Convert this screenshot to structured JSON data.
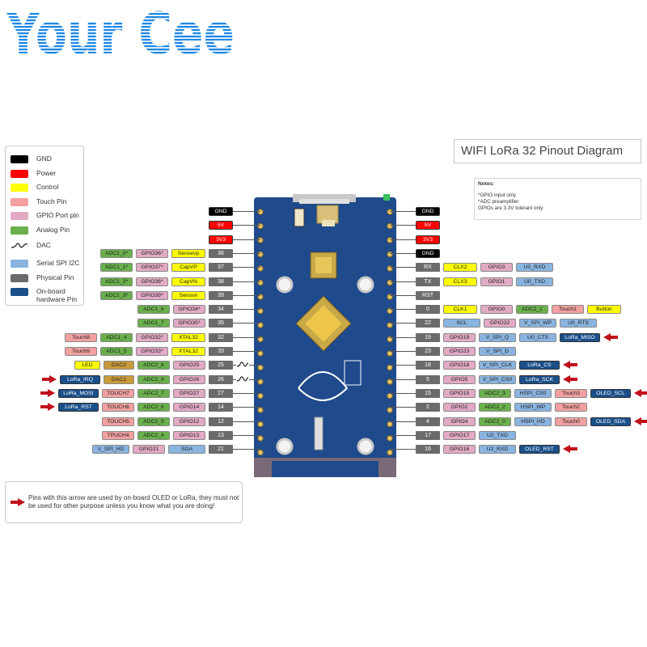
{
  "brand": {
    "logo_text": "Your Cee"
  },
  "title": "WIFI LoRa 32 Pinout Diagram",
  "notes": {
    "title": "Notes:",
    "lines": [
      "*GPIO input only",
      "*ADC preamplifier",
      "GPIOs are  3.3V tolerant only"
    ]
  },
  "legend": [
    {
      "label": "GND",
      "color": "#000000"
    },
    {
      "label": "Power",
      "color": "#ff0000"
    },
    {
      "label": "Control",
      "color": "#ffff00"
    },
    {
      "label": "Touch Pin",
      "color": "#f2a0a0"
    },
    {
      "label": "GPIO Port pin",
      "color": "#e2aac4"
    },
    {
      "label": "Analog Pin",
      "color": "#6ab04c"
    },
    {
      "label": "DAC",
      "color": ""
    },
    {
      "label": "Serial SPI I2C",
      "color": "#8ab4e0"
    },
    {
      "label": "Physical Pin",
      "color": "#6b6b6b"
    },
    {
      "label": "On-board hardware Pin",
      "color": "#1a4f8a"
    }
  ],
  "warning": {
    "text": "Pins with this arrow are used by on-board OLED or LoRa, they must not be used for other purpose unless you know what you are doing!"
  },
  "colors": {
    "gnd": "#000000",
    "power": "#ff0000",
    "control": "#ffff00",
    "touch": "#f2a0a0",
    "gpio": "#e2aac4",
    "analog": "#6ab04c",
    "serial": "#8ab4e0",
    "physical": "#6b6b6b",
    "onboard": "#1a4f8a",
    "led": "#ffff00",
    "dac": "#c89a3a",
    "arrow": "#c0101a",
    "board": "#1f4a8c",
    "logo": "#1e88e5"
  },
  "left_pins": [
    {
      "pin": "GND",
      "labels": [
        {
          "t": "GND",
          "c": "gnd"
        }
      ]
    },
    {
      "pin": "5V",
      "labels": [
        {
          "t": "5V",
          "c": "power"
        }
      ]
    },
    {
      "pin": "3V3",
      "labels": [
        {
          "t": "3V3",
          "c": "power"
        }
      ]
    },
    {
      "pin": "36",
      "labels": [
        {
          "t": "Sensevp",
          "c": "control"
        },
        {
          "t": "GPIO36*",
          "c": "gpio"
        },
        {
          "t": "ADC1_0*",
          "c": "analog"
        }
      ]
    },
    {
      "pin": "37",
      "labels": [
        {
          "t": "CapVP",
          "c": "control"
        },
        {
          "t": "GPIO37*",
          "c": "gpio"
        },
        {
          "t": "ADC1_1*",
          "c": "analog"
        }
      ]
    },
    {
      "pin": "38",
      "labels": [
        {
          "t": "CapVN",
          "c": "control"
        },
        {
          "t": "GPIO38*",
          "c": "gpio"
        },
        {
          "t": "ADC1_2*",
          "c": "analog"
        }
      ]
    },
    {
      "pin": "39",
      "labels": [
        {
          "t": "Sensvn",
          "c": "control"
        },
        {
          "t": "GPIO39*",
          "c": "gpio"
        },
        {
          "t": "ADC1_3*",
          "c": "analog"
        }
      ]
    },
    {
      "pin": "34",
      "labels": [
        {
          "t": "GPIO34*",
          "c": "gpio"
        },
        {
          "t": "ADC1_6",
          "c": "analog"
        }
      ]
    },
    {
      "pin": "35",
      "labels": [
        {
          "t": "GPIO35*",
          "c": "gpio"
        },
        {
          "t": "ADC1_7",
          "c": "analog"
        }
      ]
    },
    {
      "pin": "32",
      "labels": [
        {
          "t": "XTAL32",
          "c": "control"
        },
        {
          "t": "GPIO32*",
          "c": "gpio"
        },
        {
          "t": "ADC1_4",
          "c": "analog"
        },
        {
          "t": "Touch8",
          "c": "touch"
        }
      ]
    },
    {
      "pin": "33",
      "labels": [
        {
          "t": "XTAL32",
          "c": "control"
        },
        {
          "t": "GPIO33*",
          "c": "gpio"
        },
        {
          "t": "ADC1_5",
          "c": "analog"
        },
        {
          "t": "Touch9",
          "c": "touch"
        }
      ]
    },
    {
      "pin": "25",
      "dac": true,
      "labels": [
        {
          "t": "GPIO25",
          "c": "gpio"
        },
        {
          "t": "ADC2_8",
          "c": "analog"
        },
        {
          "t": "DAC2",
          "c": "dac"
        },
        {
          "t": "LED",
          "c": "led"
        }
      ]
    },
    {
      "pin": "26",
      "dac": true,
      "labels": [
        {
          "t": "GPIO26",
          "c": "gpio"
        },
        {
          "t": "ADC2_9",
          "c": "analog"
        },
        {
          "t": "DAC1",
          "c": "dac"
        },
        {
          "t": "LoRa_IRQ",
          "c": "onboard",
          "arrow": true
        }
      ]
    },
    {
      "pin": "27",
      "labels": [
        {
          "t": "GPIO27",
          "c": "gpio"
        },
        {
          "t": "ADC2_7",
          "c": "analog"
        },
        {
          "t": "TOUCH7",
          "c": "touch"
        },
        {
          "t": "LoRa_MOSI",
          "c": "onboard",
          "arrow": true
        }
      ]
    },
    {
      "pin": "14",
      "labels": [
        {
          "t": "GPIO14",
          "c": "gpio"
        },
        {
          "t": "ADC2_6",
          "c": "analog"
        },
        {
          "t": "TOUCH6",
          "c": "touch"
        },
        {
          "t": "LoRa_RST",
          "c": "onboard",
          "arrow": true
        }
      ]
    },
    {
      "pin": "12",
      "labels": [
        {
          "t": "GPIO12",
          "c": "gpio"
        },
        {
          "t": "ADC2_5",
          "c": "analog"
        },
        {
          "t": "TOUCH5",
          "c": "touch"
        }
      ]
    },
    {
      "pin": "13",
      "labels": [
        {
          "t": "GPIO13",
          "c": "gpio"
        },
        {
          "t": "ADC2_4",
          "c": "analog"
        },
        {
          "t": "TPUCH4",
          "c": "touch"
        }
      ]
    },
    {
      "pin": "21",
      "labels": [
        {
          "t": "SDA",
          "c": "serial"
        },
        {
          "t": "GPIO21",
          "c": "gpio"
        },
        {
          "t": "V_SPI_HD",
          "c": "serial"
        }
      ]
    }
  ],
  "right_pins": [
    {
      "pin": "GND",
      "labels": [
        {
          "t": "GND",
          "c": "gnd"
        }
      ]
    },
    {
      "pin": "5V",
      "labels": [
        {
          "t": "5V",
          "c": "power"
        }
      ]
    },
    {
      "pin": "3V3",
      "labels": [
        {
          "t": "3V3",
          "c": "power"
        }
      ]
    },
    {
      "pin": "GND",
      "labels": [
        {
          "t": "GND",
          "c": "gnd"
        }
      ]
    },
    {
      "pin": "RX",
      "labels": [
        {
          "t": "CLX2",
          "c": "control"
        },
        {
          "t": "GPIO3",
          "c": "gpio"
        },
        {
          "t": "U0_RXD",
          "c": "serial"
        }
      ]
    },
    {
      "pin": "TX",
      "labels": [
        {
          "t": "CLX3",
          "c": "control"
        },
        {
          "t": "GPIO1",
          "c": "gpio"
        },
        {
          "t": "U0_TXD",
          "c": "serial"
        }
      ]
    },
    {
      "pin": "RST",
      "labels": []
    },
    {
      "pin": "0",
      "labels": [
        {
          "t": "CLK1",
          "c": "control"
        },
        {
          "t": "GPIO0",
          "c": "gpio"
        },
        {
          "t": "ADC2_1",
          "c": "analog"
        },
        {
          "t": "Touch1",
          "c": "touch"
        },
        {
          "t": "Button",
          "c": "control"
        }
      ]
    },
    {
      "pin": "22",
      "labels": [
        {
          "t": "SCL",
          "c": "serial"
        },
        {
          "t": "GPIO22",
          "c": "gpio"
        },
        {
          "t": "V_SPI_WP",
          "c": "serial"
        },
        {
          "t": "U0_RTS",
          "c": "serial"
        }
      ]
    },
    {
      "pin": "19",
      "labels": [
        {
          "t": "GPIO19",
          "c": "gpio"
        },
        {
          "t": "V_SPI_Q",
          "c": "serial"
        },
        {
          "t": "U0_CTS",
          "c": "serial"
        },
        {
          "t": "LoRa_MISO",
          "c": "onboard",
          "arrow": true
        }
      ]
    },
    {
      "pin": "23",
      "labels": [
        {
          "t": "GPIO23",
          "c": "gpio"
        },
        {
          "t": "V_SPI_D",
          "c": "serial"
        }
      ]
    },
    {
      "pin": "18",
      "labels": [
        {
          "t": "GPIO18",
          "c": "gpio"
        },
        {
          "t": "V_SPI_CLK",
          "c": "serial"
        },
        {
          "t": "LoRa_CS",
          "c": "onboard",
          "arrow": true
        }
      ]
    },
    {
      "pin": "5",
      "labels": [
        {
          "t": "GPIO5",
          "c": "gpio"
        },
        {
          "t": "V_SPI_CS0",
          "c": "serial"
        },
        {
          "t": "LoRa_SCK",
          "c": "onboard",
          "arrow": true
        }
      ]
    },
    {
      "pin": "15",
      "labels": [
        {
          "t": "GPIO15",
          "c": "gpio"
        },
        {
          "t": "ADC2_3",
          "c": "analog"
        },
        {
          "t": "HSPI_CS0",
          "c": "serial"
        },
        {
          "t": "Touch3",
          "c": "touch"
        },
        {
          "t": "OLED_SCL",
          "c": "onboard",
          "arrow": true
        }
      ]
    },
    {
      "pin": "2",
      "labels": [
        {
          "t": "GPIO2",
          "c": "gpio"
        },
        {
          "t": "ADC2_2",
          "c": "analog"
        },
        {
          "t": "HSPI_WP",
          "c": "serial"
        },
        {
          "t": "Touch2",
          "c": "touch"
        }
      ]
    },
    {
      "pin": "4",
      "labels": [
        {
          "t": "GPIO4",
          "c": "gpio"
        },
        {
          "t": "ADC2_0",
          "c": "analog"
        },
        {
          "t": "HSPI_HD",
          "c": "serial"
        },
        {
          "t": "Touch0",
          "c": "touch"
        },
        {
          "t": "OLED_SDA",
          "c": "onboard",
          "arrow": true
        }
      ]
    },
    {
      "pin": "17",
      "labels": [
        {
          "t": "GPIO17",
          "c": "gpio"
        },
        {
          "t": "U2_TXD",
          "c": "serial"
        }
      ]
    },
    {
      "pin": "16",
      "labels": [
        {
          "t": "GPIO16",
          "c": "gpio"
        },
        {
          "t": "U2_RXD",
          "c": "serial"
        },
        {
          "t": "OLED_RST",
          "c": "onboard",
          "arrow": true
        }
      ]
    }
  ]
}
